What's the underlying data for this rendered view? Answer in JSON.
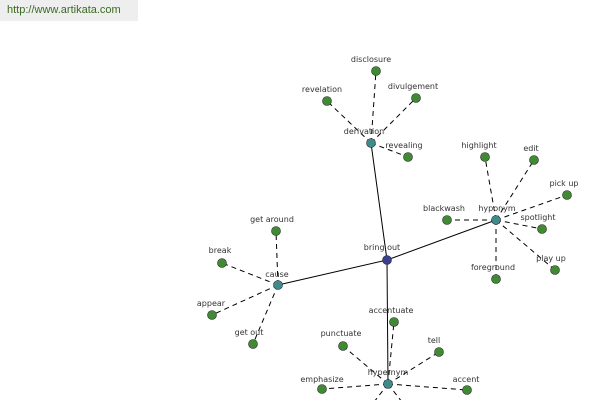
{
  "header": {
    "url": "http://www.artikata.com"
  },
  "colors": {
    "center": "#3a3f8f",
    "category": "#3f8a8c",
    "leaf": "#3f8a33"
  },
  "graph": {
    "center": {
      "id": "bring-out",
      "label": "bring out"
    },
    "hubs": [
      {
        "id": "derivation",
        "label": "derivation"
      },
      {
        "id": "hyponym",
        "label": "hyponym"
      },
      {
        "id": "cause",
        "label": "cause"
      },
      {
        "id": "hypernym",
        "label": "hypernym"
      }
    ],
    "leaves": [
      {
        "id": "disclosure",
        "label": "disclosure",
        "hub": "derivation"
      },
      {
        "id": "revelation",
        "label": "revelation",
        "hub": "derivation"
      },
      {
        "id": "divulgement",
        "label": "divulgement",
        "hub": "derivation"
      },
      {
        "id": "revealing",
        "label": "revealing",
        "hub": "derivation"
      },
      {
        "id": "highlight",
        "label": "highlight",
        "hub": "hyponym"
      },
      {
        "id": "edit",
        "label": "edit",
        "hub": "hyponym"
      },
      {
        "id": "pick-up",
        "label": "pick up",
        "hub": "hyponym"
      },
      {
        "id": "blackwash",
        "label": "blackwash",
        "hub": "hyponym"
      },
      {
        "id": "spotlight",
        "label": "spotlight",
        "hub": "hyponym"
      },
      {
        "id": "play-up",
        "label": "play up",
        "hub": "hyponym"
      },
      {
        "id": "foreground",
        "label": "foreground",
        "hub": "hyponym"
      },
      {
        "id": "get-around",
        "label": "get around",
        "hub": "cause"
      },
      {
        "id": "break",
        "label": "break",
        "hub": "cause"
      },
      {
        "id": "appear",
        "label": "appear",
        "hub": "cause"
      },
      {
        "id": "get-out",
        "label": "get out",
        "hub": "cause"
      },
      {
        "id": "accentuate",
        "label": "accentuate",
        "hub": "hypernym"
      },
      {
        "id": "punctuate",
        "label": "punctuate",
        "hub": "hypernym"
      },
      {
        "id": "tell",
        "label": "tell",
        "hub": "hypernym"
      },
      {
        "id": "emphasize",
        "label": "emphasize",
        "hub": "hypernym"
      },
      {
        "id": "accent",
        "label": "accent",
        "hub": "hypernym"
      }
    ]
  }
}
